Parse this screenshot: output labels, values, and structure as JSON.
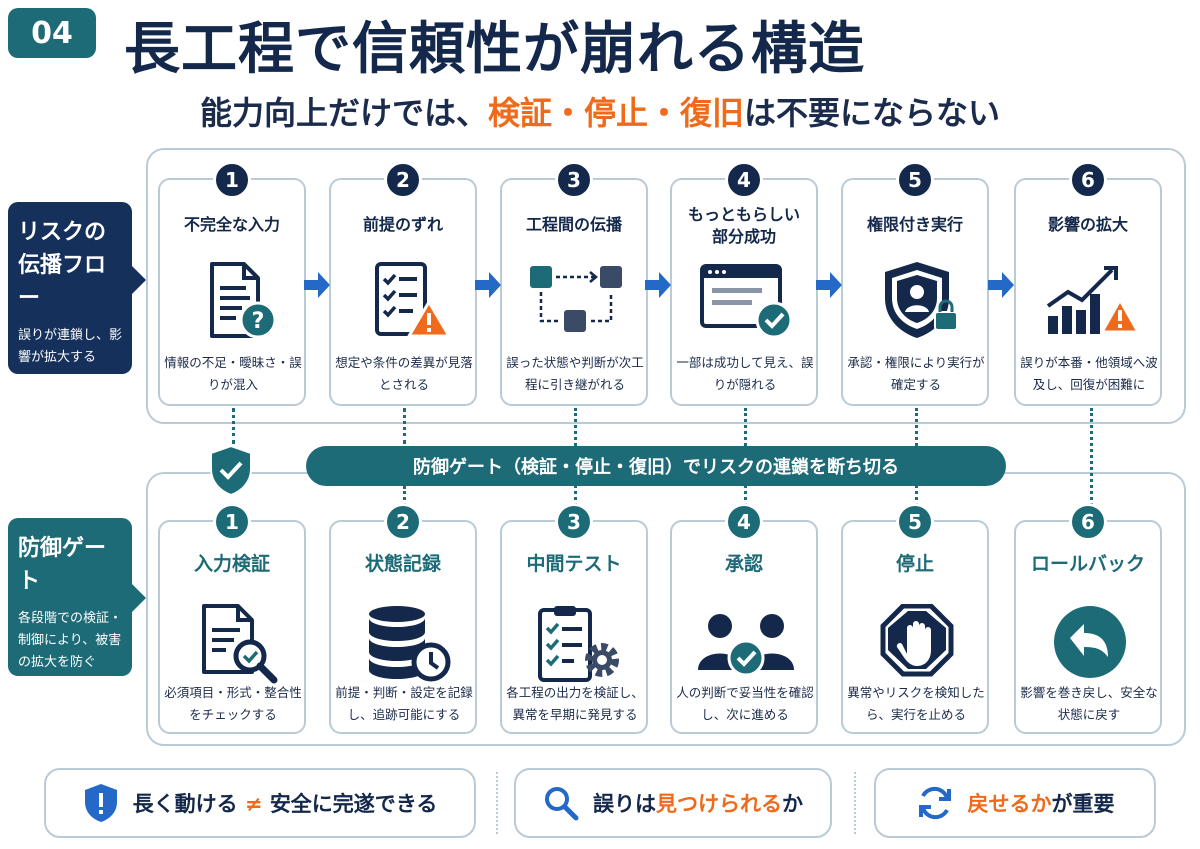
{
  "header": {
    "badge": "04",
    "title": "長工程で信頼性が崩れる構造",
    "subtitle_pre": "能力向上だけでは、",
    "subtitle_highlight": "検証・停止・復旧",
    "subtitle_post": "は不要にならない"
  },
  "risk_side": {
    "title_line1": "リスクの",
    "title_line2": "伝播フロー",
    "desc": "誤りが連鎖し、影響が拡大する"
  },
  "gate_side": {
    "title": "防御ゲート",
    "desc": "各段階での検証・制御により、被害の拡大を防ぐ"
  },
  "risk_steps": [
    {
      "num": "1",
      "title": "不完全な入力",
      "desc": "情報の不足・曖昧さ・誤りが混入",
      "icon": "document-question-icon"
    },
    {
      "num": "2",
      "title": "前提のずれ",
      "desc": "想定や条件の差異が見落とされる",
      "icon": "checklist-warning-icon"
    },
    {
      "num": "3",
      "title": "工程間の伝播",
      "desc": "誤った状態や判断が次工程に引き継がれる",
      "icon": "flow-blocks-icon"
    },
    {
      "num": "4",
      "title": "もっともらしい部分成功",
      "desc": "一部は成功して見え、誤りが隠れる",
      "icon": "window-check-icon"
    },
    {
      "num": "5",
      "title": "権限付き実行",
      "desc": "承認・権限により実行が確定する",
      "icon": "shield-lock-icon"
    },
    {
      "num": "6",
      "title": "影響の拡大",
      "desc": "誤りが本番・他領域へ波及し、回復が困難に",
      "icon": "chart-warning-icon"
    }
  ],
  "gate_banner": "防御ゲート（検証・停止・復旧）でリスクの連鎖を断ち切る",
  "gate_steps": [
    {
      "num": "1",
      "title": "入力検証",
      "desc": "必須項目・形式・整合性をチェックする",
      "icon": "document-search-icon"
    },
    {
      "num": "2",
      "title": "状態記録",
      "desc": "前提・判断・設定を記録し、追跡可能にする",
      "icon": "database-clock-icon"
    },
    {
      "num": "3",
      "title": "中間テスト",
      "desc": "各工程の出力を検証し、異常を早期に発見する",
      "icon": "clipboard-gear-icon"
    },
    {
      "num": "4",
      "title": "承認",
      "desc": "人の判断で妥当性を確認し、次に進める",
      "icon": "people-check-icon"
    },
    {
      "num": "5",
      "title": "停止",
      "desc": "異常やリスクを検知したら、実行を止める",
      "icon": "stop-hand-icon"
    },
    {
      "num": "6",
      "title": "ロールバック",
      "desc": "影響を巻き戻し、安全な状態に戻す",
      "icon": "undo-arrow-icon"
    }
  ],
  "bottom": [
    {
      "pre": "長く動ける",
      "neq": "≠",
      "post": "安全に完遂できる",
      "icon": "shield-exclamation-icon"
    },
    {
      "pre": "誤りは",
      "orange": "見つけられる",
      "post": "か",
      "icon": "magnifier-icon"
    },
    {
      "orange": "戻せるか",
      "post": "が重要",
      "icon": "refresh-icon"
    }
  ],
  "colors": {
    "navy": "#13284a",
    "teal": "#1e6b78",
    "orange": "#ef6a1a",
    "blue_arrow": "#2468c8",
    "border": "#b9cbd6"
  }
}
